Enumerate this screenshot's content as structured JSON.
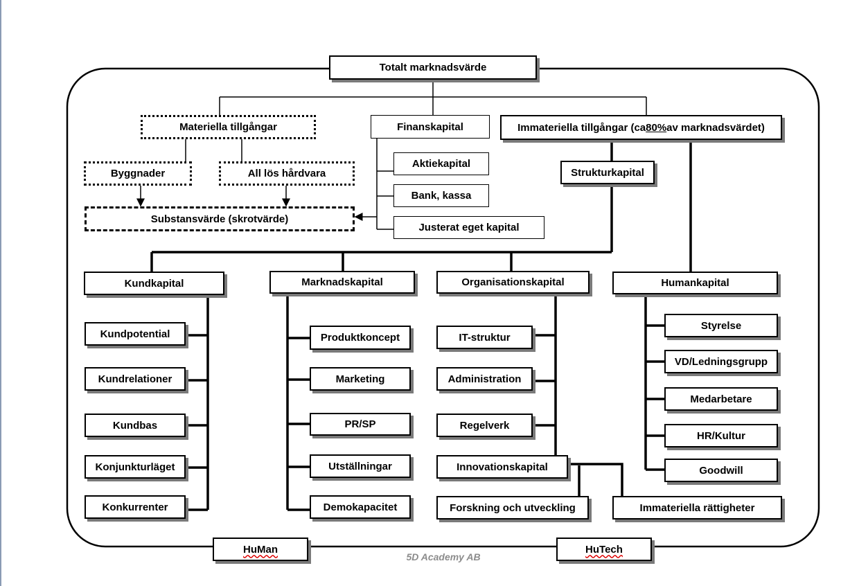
{
  "top": {
    "total": "Totalt marknadsvärde"
  },
  "material": {
    "title": "Materiella tillgångar",
    "buildings": "Byggnader",
    "hardware": "All lös hårdvara",
    "substance": "Substansvärde (skrotvärde)"
  },
  "finance": {
    "title": "Finanskapital",
    "items": [
      "Aktiekapital",
      "Bank, kassa",
      "Justerat eget kapital"
    ]
  },
  "immaterial": {
    "title_pre": "Immateriella tillgångar (ca ",
    "title_pct": "80%",
    "title_post": " av marknadsvärdet)",
    "structure": "Strukturkapital"
  },
  "customer": {
    "title": "Kundkapital",
    "items": [
      "Kundpotential",
      "Kundrelationer",
      "Kundbas",
      "Konjunkturläget",
      "Konkurrenter"
    ]
  },
  "market": {
    "title": "Marknadskapital",
    "items": [
      "Produktkoncept",
      "Marketing",
      "PR/SP",
      "Utställningar",
      "Demokapacitet"
    ]
  },
  "organisation": {
    "title": "Organisationskapital",
    "items": [
      "IT-struktur",
      "Administration",
      "Regelverk"
    ],
    "innovation": "Innovationskapital",
    "research": "Forskning och utveckling",
    "rights": "Immateriella rättigheter"
  },
  "human": {
    "title": "Humankapital",
    "items": [
      "Styrelse",
      "VD/Ledningsgrupp",
      "Medarbetare",
      "HR/Kultur",
      "Goodwill"
    ]
  },
  "bottom": {
    "left_tag": "HuMan",
    "right_tag": "HuTech",
    "footer": "5D Academy AB"
  }
}
